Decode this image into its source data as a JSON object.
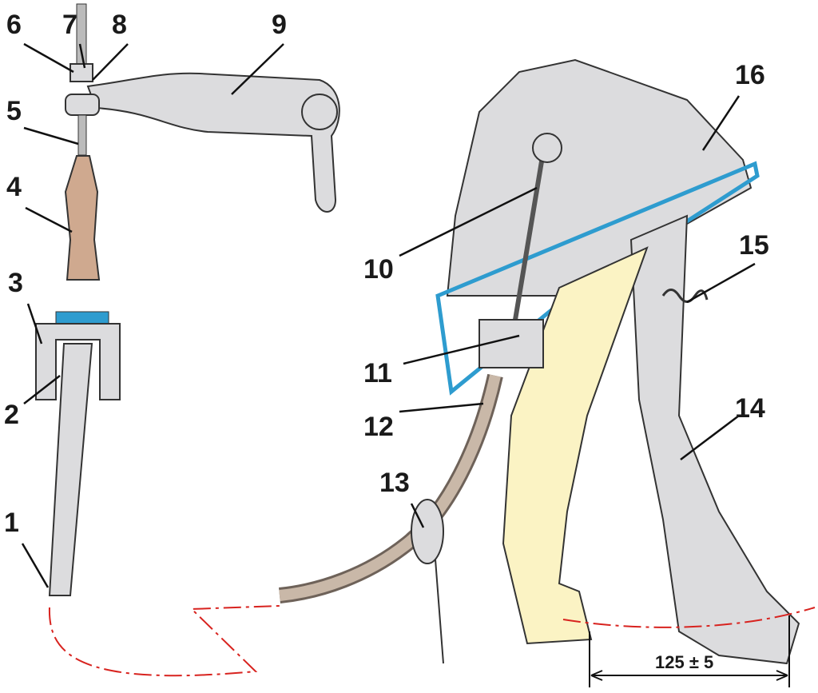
{
  "labels": {
    "l1": "1",
    "l2": "2",
    "l3": "3",
    "l4": "4",
    "l5": "5",
    "l6": "6",
    "l7": "7",
    "l8": "8",
    "l9": "9",
    "l10": "10",
    "l11": "11",
    "l12": "12",
    "l13": "13",
    "l14": "14",
    "l15": "15",
    "l16": "16"
  },
  "dimension": {
    "text": "125 ± 5"
  },
  "colors": {
    "red_line": "#d8231f",
    "blue_bracket": "#2e9ccf",
    "clutch_pedal": "#fbf3c4",
    "boot": "#cfa98f"
  }
}
